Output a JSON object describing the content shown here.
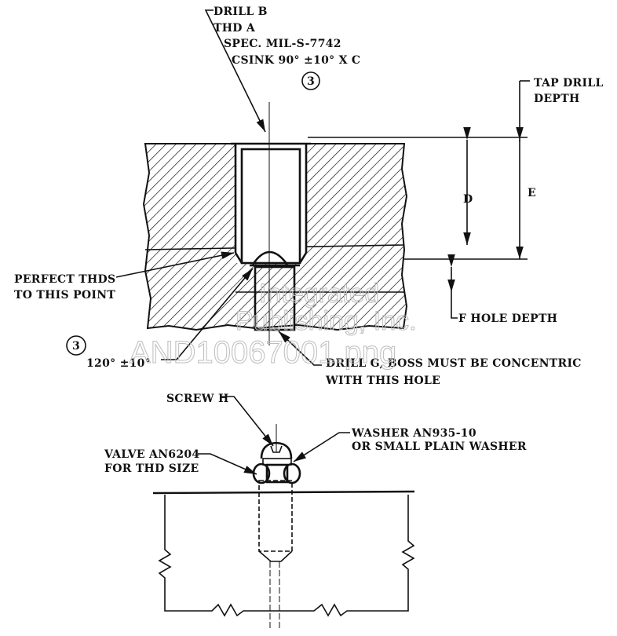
{
  "watermark": {
    "line1": "Integrated",
    "line2": "Publishing, Inc.",
    "line3": "AND10067001.png"
  },
  "labels": {
    "drill_b": "DRILL B",
    "thd_a": "THD A",
    "spec": "SPEC. MIL-S-7742",
    "csink": "CSINK 90° ±10° X C",
    "note_ref_top": "3",
    "tap_drill": "TAP DRILL",
    "depth": "DEPTH",
    "dim_d": "D",
    "dim_e": "E",
    "perfect_thds": "PERFECT THDS",
    "to_this_point": "TO THIS POINT",
    "f_hole_depth": "F HOLE DEPTH",
    "note_ref_bottom": "3",
    "angle": "120° ±10°",
    "drill_g": "DRILL G, BOSS MUST BE CONCENTRIC",
    "with_this_hole": "WITH THIS HOLE",
    "screw_h": "SCREW H",
    "washer": "WASHER AN935-10",
    "washer_alt": "OR SMALL PLAIN WASHER",
    "valve": "VALVE AN6204",
    "for_thd_size": "FOR THD SIZE"
  }
}
